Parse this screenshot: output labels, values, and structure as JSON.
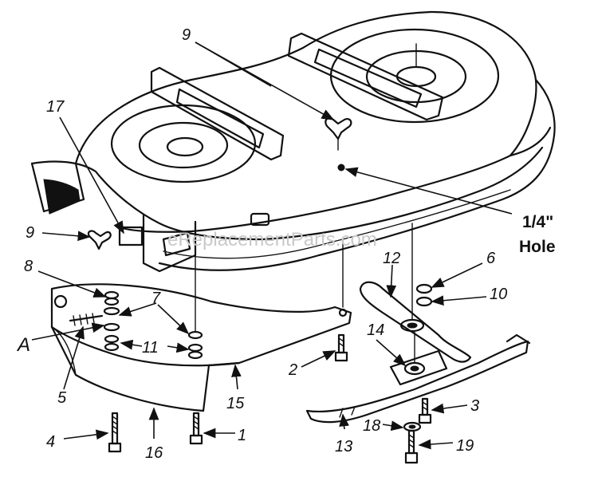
{
  "watermark": "eReplacementParts.com",
  "note": {
    "line1": "1/4\"",
    "line2": "Hole"
  },
  "callouts": {
    "c9_top": "9",
    "c17": "17",
    "c9_left": "9",
    "c8": "8",
    "cA": "A",
    "c7": "7",
    "c11": "11",
    "c5": "5",
    "c4": "4",
    "c16": "16",
    "c1": "1",
    "c15": "15",
    "c2": "2",
    "c12": "12",
    "c6": "6",
    "c10": "10",
    "c14": "14",
    "c3": "3",
    "c18": "18",
    "c19": "19",
    "c13": "13"
  }
}
